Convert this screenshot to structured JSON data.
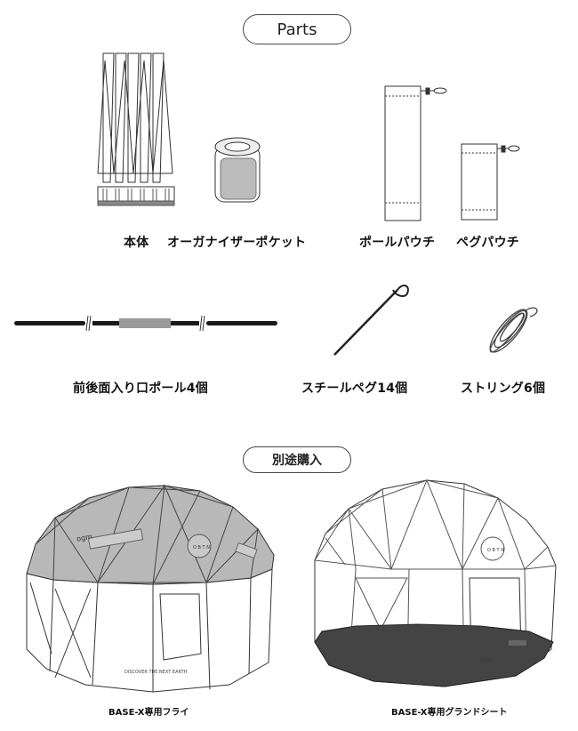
{
  "sections": {
    "parts_title": "Parts",
    "extra_title": "別途購入"
  },
  "parts": {
    "body": "本体",
    "organizer_pocket": "オーガナイザーポケット",
    "pole_pouch": "ポールパウチ",
    "peg_pouch": "ペグパウチ",
    "poles": "前後面入り口ポール4個",
    "steel_pegs": "スチールペグ14個",
    "strings": "ストリング6個"
  },
  "extras": {
    "fly": "BASE-X専用フライ",
    "ground_sheet": "BASE-X専用グランドシート"
  },
  "tent_print": {
    "brand": "ogm",
    "logo_letters": "O B T N",
    "tagline": "DISCOVER THE NEXT EARTH"
  }
}
